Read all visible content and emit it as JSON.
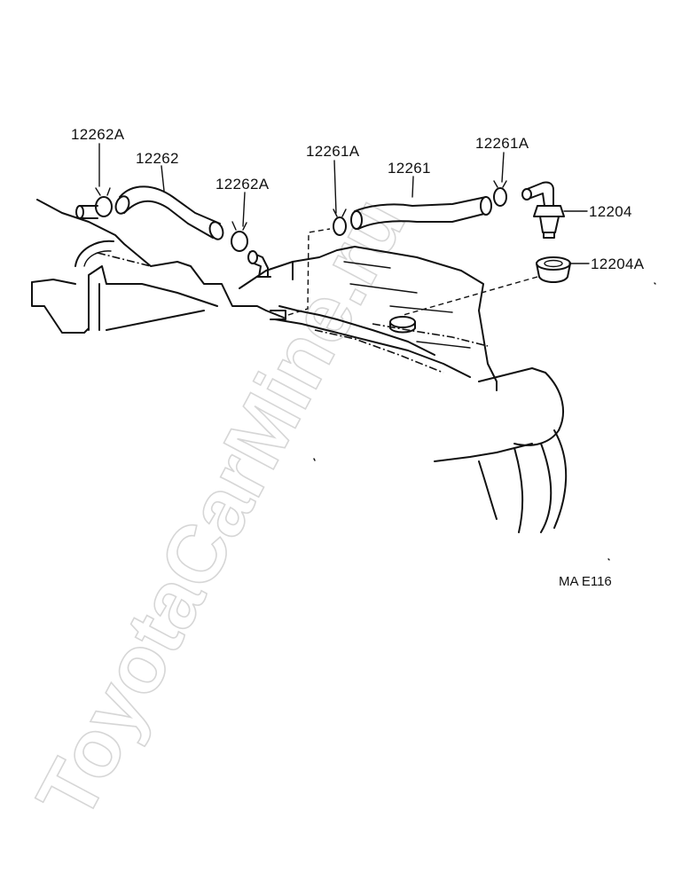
{
  "labels": {
    "clamp_a_left": "12262A",
    "hose_left": "12262",
    "clamp_a_mid": "12262A",
    "clamp_b_left": "12261A",
    "hose_right": "12261",
    "clamp_b_right": "12261A",
    "pcv_valve": "12204",
    "grommet": "12204A"
  },
  "diagram_code": "MA E116",
  "watermark": "ToyotaCarMine.ru",
  "icons": {
    "hose_left": "hose-icon",
    "hose_right": "hose-icon",
    "clamp": "clamp-icon",
    "valve": "pcv-valve-icon",
    "grommet": "grommet-icon",
    "engine": "engine-outline-icon"
  }
}
